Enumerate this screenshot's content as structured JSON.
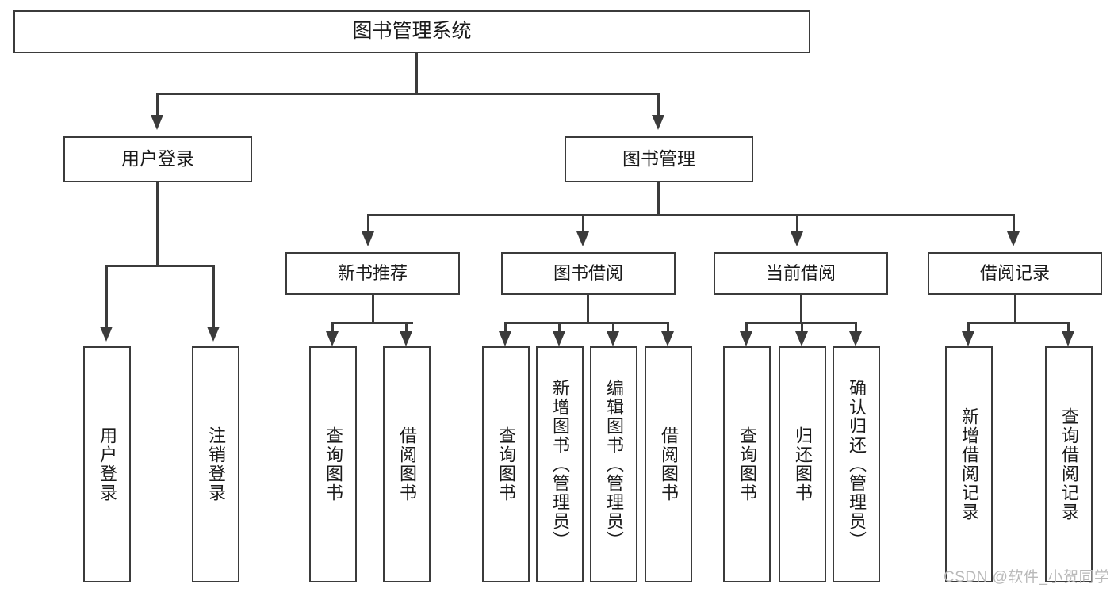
{
  "diagram": {
    "title": "图书管理系统",
    "type": "hierarchy-tree",
    "root": {
      "label": "图书管理系统"
    },
    "level1": [
      {
        "label": "用户登录"
      },
      {
        "label": "图书管理"
      }
    ],
    "level2": [
      {
        "label": "新书推荐"
      },
      {
        "label": "图书借阅"
      },
      {
        "label": "当前借阅"
      },
      {
        "label": "借阅记录"
      }
    ],
    "leaves": {
      "user_login": [
        {
          "label": "用户登录"
        },
        {
          "label": "注销登录"
        }
      ],
      "new_book_recommend": [
        {
          "label": "查询图书"
        },
        {
          "label": "借阅图书"
        }
      ],
      "book_borrow": [
        {
          "label": "查询图书"
        },
        {
          "label": "新增图书（管理员）"
        },
        {
          "label": "编辑图书（管理员）"
        },
        {
          "label": "借阅图书"
        }
      ],
      "current_borrow": [
        {
          "label": "查询图书"
        },
        {
          "label": "归还图书"
        },
        {
          "label": "确认归还（管理员）"
        }
      ],
      "borrow_record": [
        {
          "label": "新增借阅记录"
        },
        {
          "label": "查询借阅记录"
        }
      ]
    }
  },
  "watermark": {
    "text": "CSDN @软件_小贺同学"
  },
  "colors": {
    "border": "#3b3b3b",
    "background": "#ffffff",
    "text": "#1a1a1a",
    "watermark": "#b9b9b9"
  }
}
